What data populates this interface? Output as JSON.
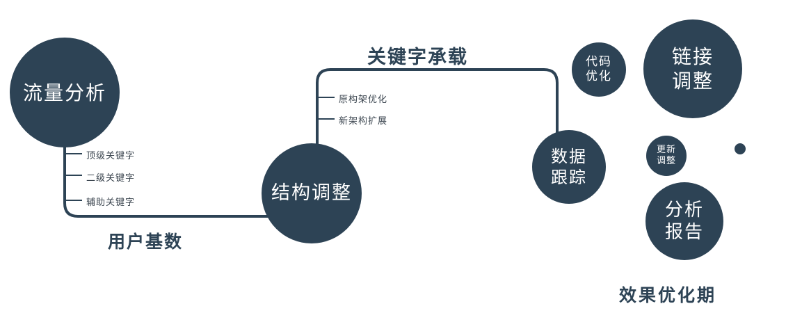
{
  "diagram": {
    "colors": {
      "primary": "#2d4355",
      "tick_label": "#3c4650",
      "background": "#ffffff"
    },
    "nodes": {
      "traffic": {
        "label": "流量分析"
      },
      "structure": {
        "label": "结构调整"
      },
      "tracking": {
        "line1": "数据",
        "line2": "跟踪"
      },
      "code": {
        "line1": "代码",
        "line2": "优化"
      },
      "link": {
        "line1": "链接",
        "line2": "调整"
      },
      "update": {
        "line1": "更新",
        "line2": "调整"
      },
      "report": {
        "line1": "分析",
        "line2": "报告"
      }
    },
    "edges": {
      "user_base": "用户基数",
      "keyword_carry": "关键字承载"
    },
    "ticks": {
      "left": [
        "顶级关键字",
        "二级关键字",
        "辅助关键字"
      ],
      "mid": [
        "原构架优化",
        "新架构扩展"
      ]
    },
    "caption": "效果优化期"
  }
}
